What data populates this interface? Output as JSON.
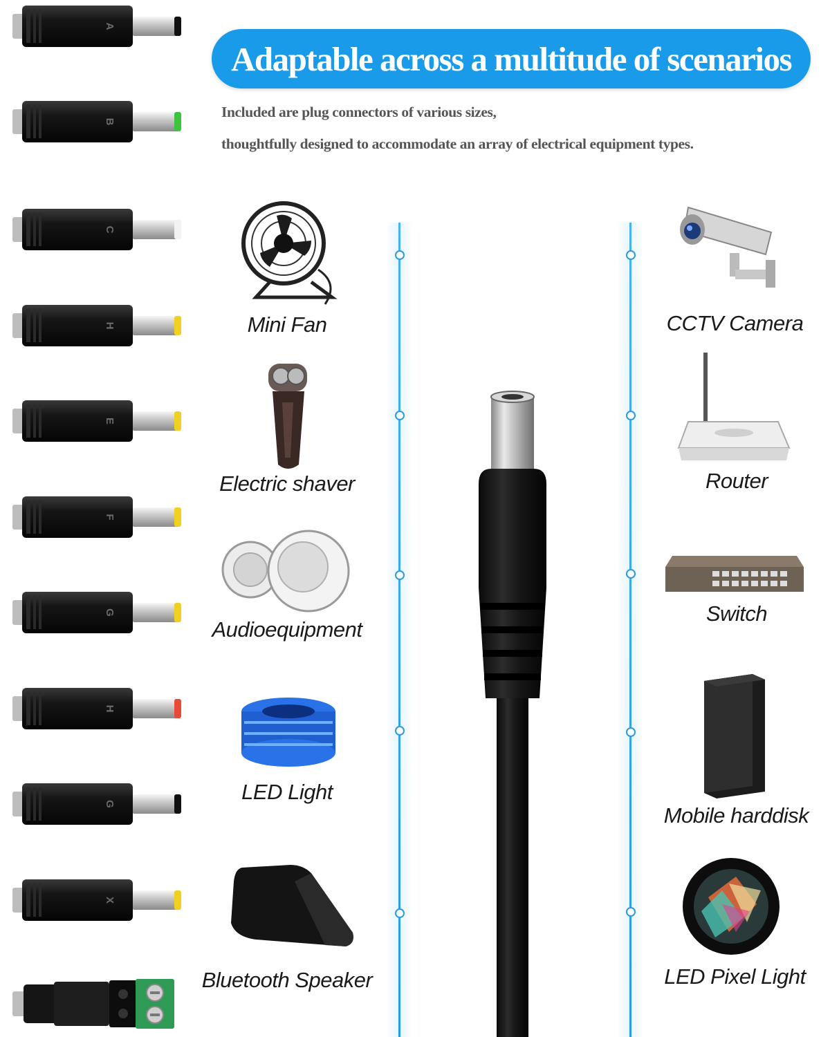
{
  "header": {
    "title": "Adaptable across a multitude of scenarios",
    "line1": "Included are plug connectors of various sizes,",
    "line2": "thoughtfully designed to accommodate an array of electrical equipment types."
  },
  "colors": {
    "banner": "#1a9bea",
    "line": "#2a9be0"
  },
  "plugs": [
    {
      "letter": "A",
      "tip_color": "#111111"
    },
    {
      "letter": "B",
      "tip_color": "#3cc43c"
    },
    {
      "letter": "C",
      "tip_color": "#f2f2f2"
    },
    {
      "letter": "H",
      "tip_color": "#f0d020"
    },
    {
      "letter": "E",
      "tip_color": "#f0d020"
    },
    {
      "letter": "F",
      "tip_color": "#f0d020"
    },
    {
      "letter": "G",
      "tip_color": "#f0d020"
    },
    {
      "letter": "H",
      "tip_color": "#e84a3a"
    },
    {
      "letter": "G",
      "tip_color": "#111111"
    },
    {
      "letter": "X",
      "tip_color": "#f0d020"
    }
  ],
  "left_devices": [
    {
      "label": "Mini Fan",
      "icon": "mini-fan-icon"
    },
    {
      "label": "Electric shaver",
      "icon": "electric-shaver-icon"
    },
    {
      "label": "Audioequipment",
      "icon": "speakers-icon"
    },
    {
      "label": "LED Light",
      "icon": "led-strip-icon"
    },
    {
      "label": "Bluetooth Speaker",
      "icon": "bluetooth-speaker-icon"
    }
  ],
  "right_devices": [
    {
      "label": "CCTV Camera",
      "icon": "cctv-camera-icon"
    },
    {
      "label": "Router",
      "icon": "router-icon"
    },
    {
      "label": "Switch",
      "icon": "network-switch-icon"
    },
    {
      "label": "Mobile harddisk",
      "icon": "hard-disk-icon"
    },
    {
      "label": "LED Pixel Light",
      "icon": "led-pixel-light-icon"
    }
  ]
}
